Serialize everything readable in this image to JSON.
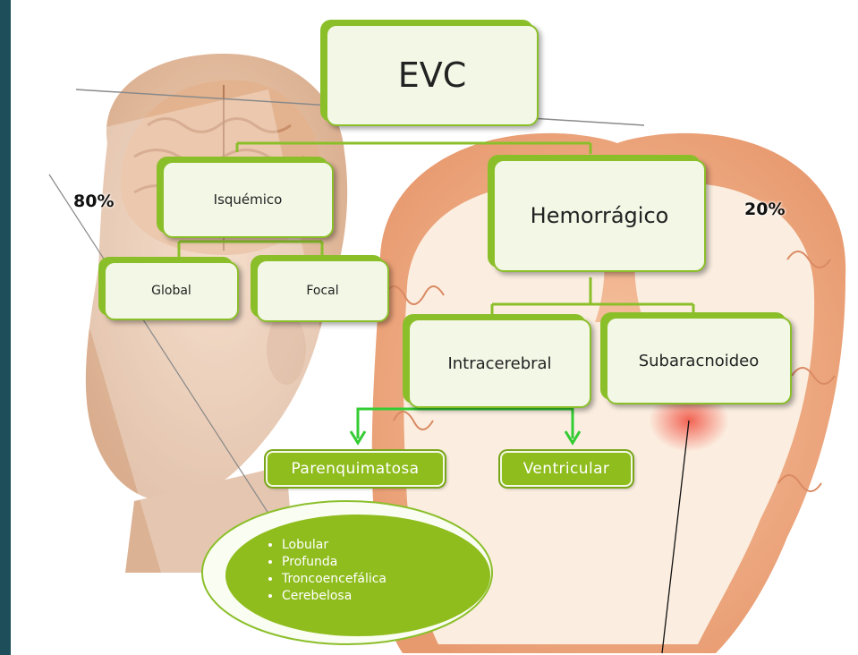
{
  "root": {
    "label": "EVC"
  },
  "percentages": {
    "ischemic": "80%",
    "hemorrhagic": "20%"
  },
  "ischemic": {
    "label": "Isquémico",
    "children": [
      "Global",
      "Focal"
    ]
  },
  "hemorrhagic": {
    "label": "Hemorrágico",
    "children": [
      "Intracerebral",
      "Subaracnoideo"
    ]
  },
  "intracerebral": {
    "children": [
      "Parenquimatosa",
      "Ventricular"
    ]
  },
  "parenchymal_types": [
    "Lobular",
    "Profunda",
    "Troncoencefálica",
    "Cerebelosa"
  ],
  "colors": {
    "accent_green": "#8bbf2a",
    "pill_green": "#8fbd1d",
    "arrow_green": "#33cc33",
    "box_fill": "#f3f7e6"
  }
}
